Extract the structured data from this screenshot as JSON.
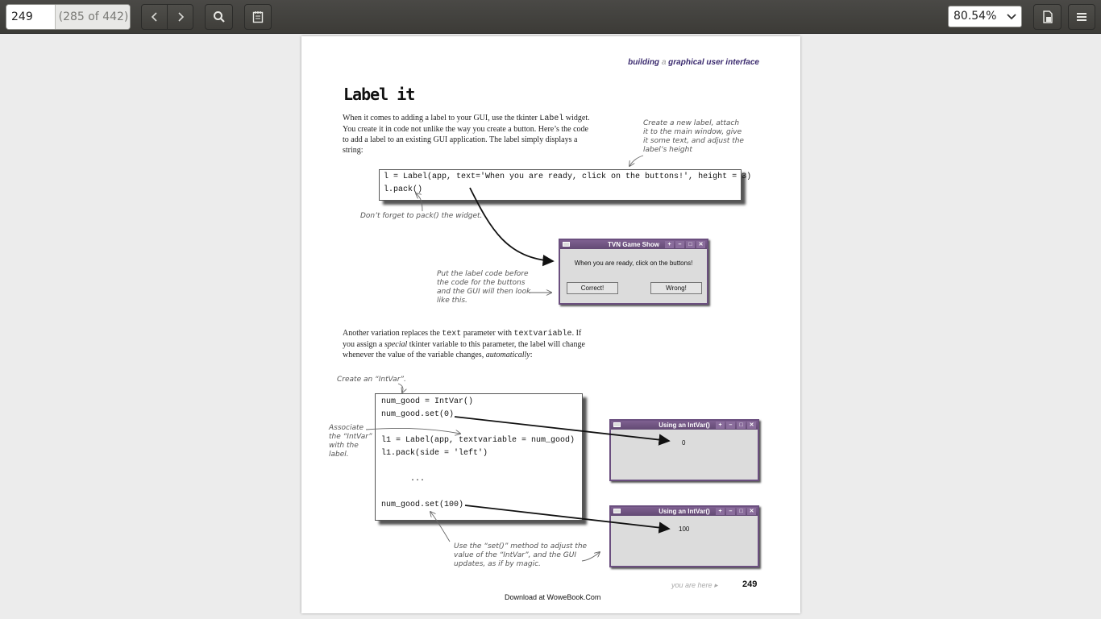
{
  "toolbar": {
    "page_value": "249",
    "page_count": "(285 of 442)",
    "zoom": "80.54%",
    "icons": {
      "prev": "chevron-left-icon",
      "next": "chevron-right-icon",
      "search": "search-icon",
      "annotate": "notepad-icon",
      "properties": "document-properties-icon",
      "menu": "hamburger-menu-icon"
    }
  },
  "page": {
    "header_part1": "building",
    "header_a": "a",
    "header_part2": "graphical user interface",
    "title": "Label it",
    "para1": {
      "l1a": "When it comes to adding a label to your GUI, use the tkinter ",
      "l1code": "Label",
      "l1b": " widget.",
      "l2": "You create it in code not unlike the way you create a button. Here’s the code",
      "l3": "to add a label to an existing GUI application. The label simply displays a",
      "l4": "string:"
    },
    "note_create": [
      "Create a new label, attach",
      "it to the main window, give",
      "it some text, and adjust the",
      "label’s height"
    ],
    "code1": [
      "l = Label(app, text='When you are ready, click on the buttons!', height = 3)",
      "l.pack()"
    ],
    "note_pack": "Don’t forget to pack() the widget.",
    "window1": {
      "title": "TVN Game Show",
      "message": "When you are ready, click on the buttons!",
      "btn_correct": "Correct!",
      "btn_wrong": "Wrong!",
      "ctl_plus": "+",
      "ctl_min": "–",
      "ctl_max": "□",
      "ctl_close": "✕"
    },
    "note_label_code": [
      "Put the label code before",
      "the code for the buttons",
      "and the GUI will then look",
      "like this."
    ],
    "para2": {
      "l1a": "Another variation replaces the ",
      "l1code1": "text",
      "l1b": " parameter with ",
      "l1code2": "textvariable",
      "l1c": ". If",
      "l2a": "you assign a ",
      "l2i": "special",
      "l2b": " tkinter variable to this parameter, the label will change",
      "l3a": "whenever the value of the variable changes, ",
      "l3i": "automatically",
      "l3b": ":"
    },
    "note_intvar": "Create an “IntVar”.",
    "note_assoc": [
      "Associate",
      "the “IntVar”",
      "with the",
      "label."
    ],
    "code2": [
      "num_good = IntVar()",
      "num_good.set(0)",
      "",
      "l1 = Label(app, textvariable = num_good)",
      "l1.pack(side = 'left')",
      "",
      "      ...",
      "",
      "num_good.set(100)"
    ],
    "window2": {
      "title": "Using an IntVar()",
      "value": "0"
    },
    "window3": {
      "title": "Using an IntVar()",
      "value": "100"
    },
    "note_set": [
      "Use the “set()” method to adjust the",
      "value of the “IntVar”, and the GUI",
      "updates, as if by magic."
    ],
    "footer_here": "you are here ▸",
    "footer_num": "249",
    "download": "Download at WoweBook.Com"
  }
}
